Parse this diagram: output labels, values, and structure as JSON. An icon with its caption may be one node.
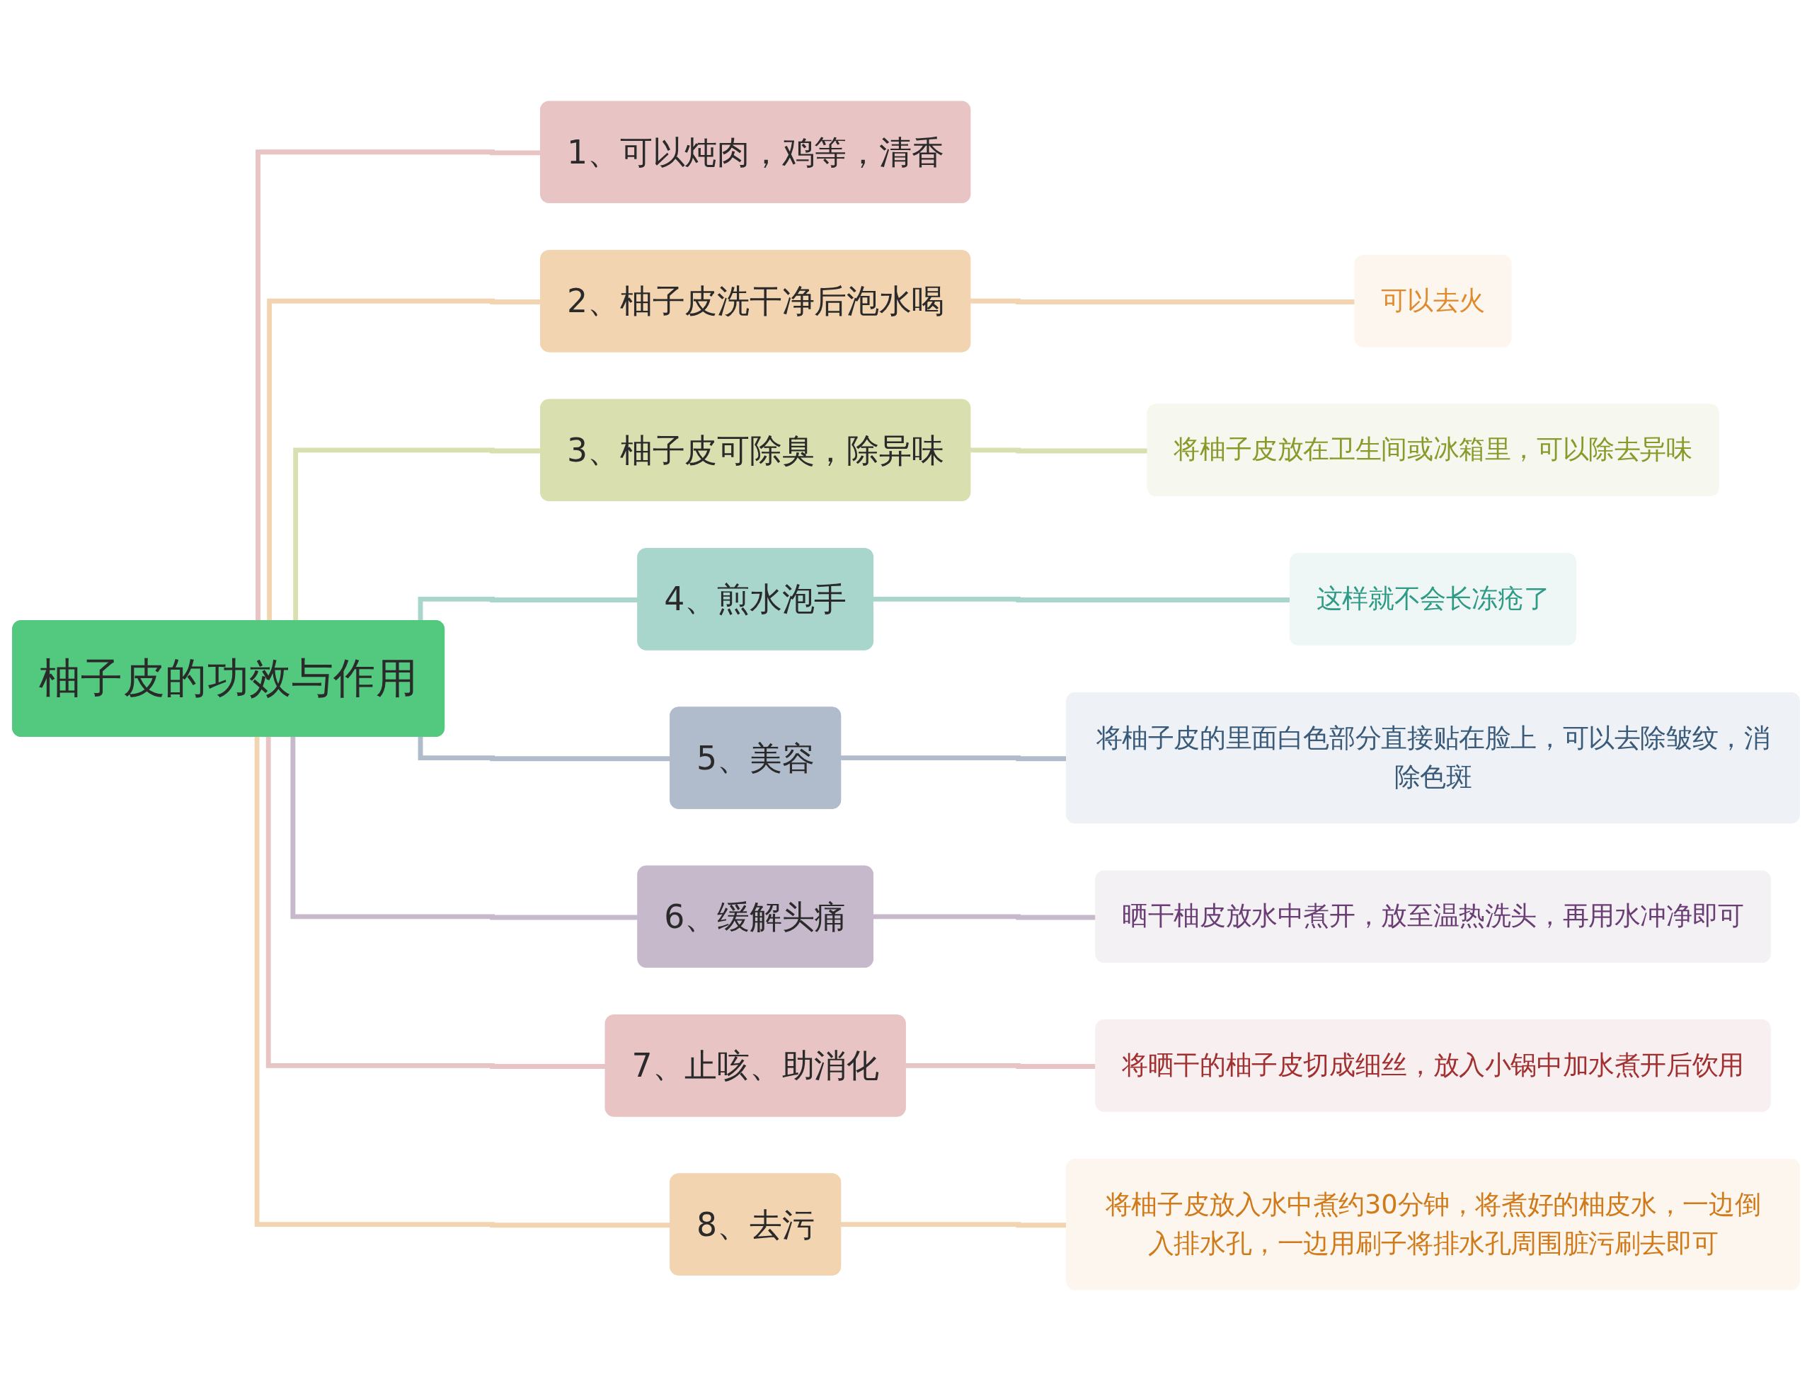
{
  "diagram": {
    "nodes": [
      {
        "text": [
          "柚子皮的功效与作用"
        ]
      },
      {
        "text": [
          "1、可以炖肉，鸡等，清香"
        ]
      },
      {
        "text": [
          "2、柚子皮洗干净后泡水喝"
        ]
      },
      {
        "text": [
          "可以去火"
        ]
      },
      {
        "text": [
          "3、柚子皮可除臭，除异味"
        ]
      },
      {
        "text": [
          "将柚子皮放在卫生间或冰箱里，可以除去异味"
        ]
      },
      {
        "text": [
          "4、煎水泡手"
        ]
      },
      {
        "text": [
          "这样就不会长冻疮了"
        ]
      },
      {
        "text": [
          "5、美容"
        ]
      },
      {
        "text": [
          "将柚子皮的里面白色部分直接贴在脸上，可以去除皱纹，消除色斑"
        ]
      },
      {
        "text": [
          "6、缓解头痛"
        ]
      },
      {
        "text": [
          "晒干柚皮放水中煮开，放至温热洗头，再用水冲净即可"
        ]
      },
      {
        "text": [
          "7、止咳、助消化"
        ]
      },
      {
        "text": [
          "将晒干的柚子皮切成细丝，放入小锅中加水煮开后饮用"
        ]
      },
      {
        "text": [
          "8、去污"
        ]
      },
      {
        "text": [
          "将柚子皮放入水中煮约30分钟，将煮好的柚皮水，一边倒入排水孔，一边用刷子将排水孔周围脏污刷去即可"
        ]
      }
    ],
    "edges": [
      {
        "from": 0,
        "to": 1,
        "arrow": "none",
        "color": "#e8c4c4"
      },
      {
        "from": 0,
        "to": 2,
        "arrow": "none",
        "color": "#f3d4b0"
      },
      {
        "from": 2,
        "to": 3,
        "arrow": "none",
        "color": "#f3d4b0"
      },
      {
        "from": 0,
        "to": 4,
        "arrow": "none",
        "color": "#d9dfae"
      },
      {
        "from": 4,
        "to": 5,
        "arrow": "none",
        "color": "#d9dfae"
      },
      {
        "from": 0,
        "to": 6,
        "arrow": "none",
        "color": "#a8d5cc"
      },
      {
        "from": 6,
        "to": 7,
        "arrow": "none",
        "color": "#a8d5cc"
      },
      {
        "from": 0,
        "to": 8,
        "arrow": "none",
        "color": "#b0bccc"
      },
      {
        "from": 8,
        "to": 9,
        "arrow": "none",
        "color": "#b0bccc"
      },
      {
        "from": 0,
        "to": 10,
        "arrow": "none",
        "color": "#c7b9cc"
      },
      {
        "from": 10,
        "to": 11,
        "arrow": "none",
        "color": "#c7b9cc"
      },
      {
        "from": 0,
        "to": 12,
        "arrow": "none",
        "color": "#e8c4c4"
      },
      {
        "from": 12,
        "to": 13,
        "arrow": "none",
        "color": "#e8c4c4"
      },
      {
        "from": 0,
        "to": 14,
        "arrow": "none",
        "color": "#f3d4b0"
      },
      {
        "from": 14,
        "to": 15,
        "arrow": "none",
        "color": "#f3d4b0"
      }
    ]
  }
}
